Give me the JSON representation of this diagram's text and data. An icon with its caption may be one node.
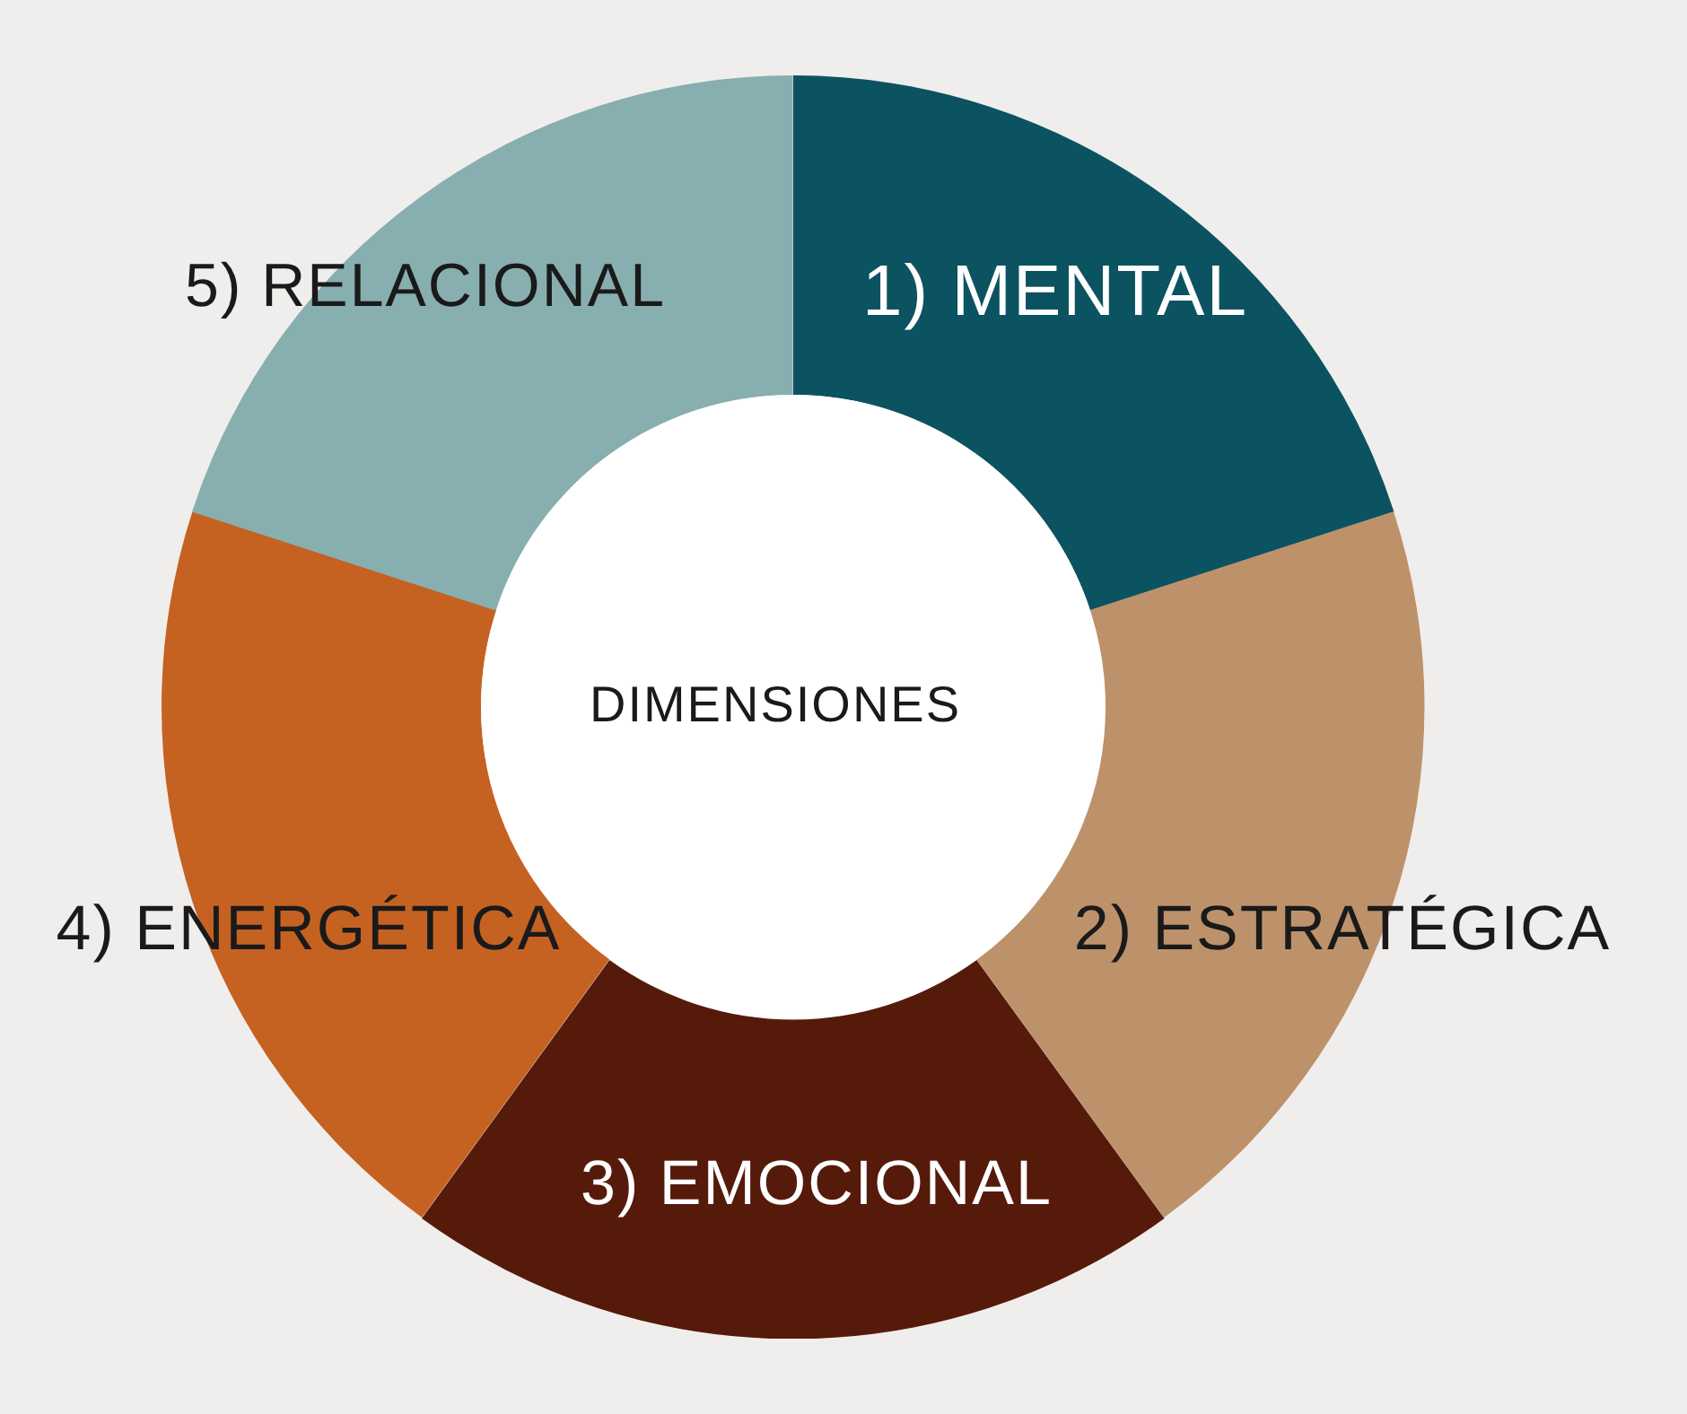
{
  "diagram": {
    "nodes": [
      {
        "text": [
          "DIMENSIONES"
        ]
      },
      {
        "text": [
          "1) MENTAL"
        ]
      },
      {
        "text": [
          "2) ESTRATÉGICA"
        ]
      },
      {
        "text": [
          "3) EMOCIONAL"
        ]
      },
      {
        "text": [
          "4) ENERGÉTICA"
        ]
      },
      {
        "text": [
          "5) RELACIONAL"
        ]
      }
    ]
  }
}
